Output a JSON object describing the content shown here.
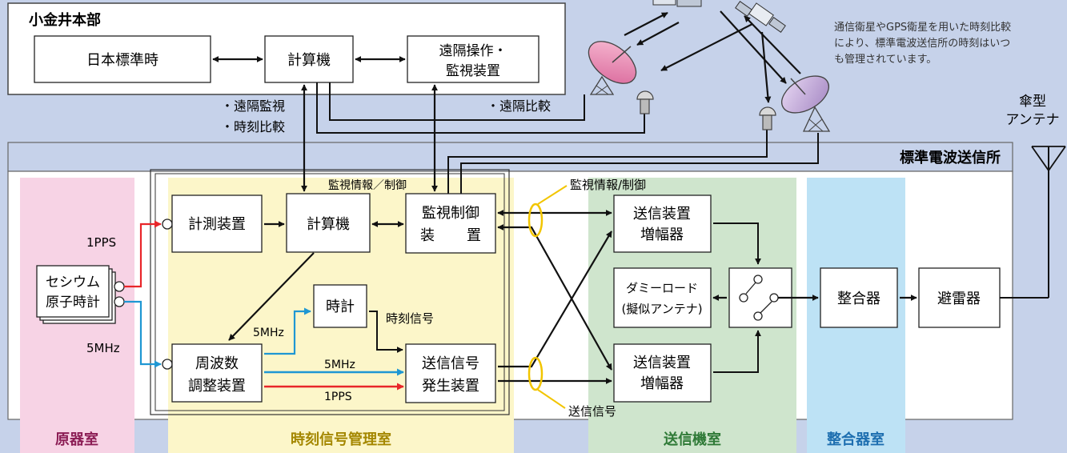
{
  "colors": {
    "background": "#c6d2ea",
    "room_gen": "#f7d3e5",
    "room_time": "#fcf6c9",
    "room_trans": "#cfe5cd",
    "room_match": "#bde2f5",
    "label_gen": "#8c1d55",
    "label_time": "#a48700",
    "label_trans": "#2f7a37",
    "label_match": "#1e6fb0",
    "signal_1pps": "#e8262a",
    "signal_5mhz": "#1f97d3",
    "ring": "#f2c500"
  },
  "hq": {
    "title": "小金井本部",
    "jst": "日本標準時",
    "computer": "計算機",
    "remote_line1": "遠隔操作・",
    "remote_line2": "監視装置"
  },
  "hq_links": {
    "left_line1": "・遠隔監視",
    "left_line2": "・時刻比較",
    "right": "・遠隔比較"
  },
  "satellite_note": {
    "line1": "通信衛星やGPS衛星を用いた時刻比較",
    "line2": "により、標準電波送信所の時刻はいつ",
    "line3": "も管理されています。"
  },
  "antenna": {
    "line1": "傘型",
    "line2": "アンテナ"
  },
  "station": {
    "title": "標準電波送信所",
    "monitor_info": "監視情報／制御",
    "monitor_info_ring": "監視情報/制御",
    "tx_signal": "送信信号",
    "label_1pps_left": "1PPS",
    "label_5mhz_left": "5MHz",
    "label_5mhz_clock": "5MHz",
    "label_5mhz_gen": "5MHz",
    "label_1pps_gen": "1PPS",
    "time_signal": "時刻信号"
  },
  "devices": {
    "cesium_line1": "セシウム",
    "cesium_line2": "原子時計",
    "measurement": "計測装置",
    "computer": "計算機",
    "mon_line1": "監視制御",
    "mon_line2a": "装",
    "mon_line2b": "置",
    "clock": "時計",
    "freq_line1": "周波数",
    "freq_line2": "調整装置",
    "siggen_line1": "送信信号",
    "siggen_line2": "発生装置",
    "tx1_line1": "送信装置",
    "tx1_line2": "増幅器",
    "tx2_line1": "送信装置",
    "tx2_line2": "増幅器",
    "dummy_line1": "ダミーロード",
    "dummy_line2": "(擬似アンテナ)",
    "matcher": "整合器",
    "arrester": "避雷器"
  },
  "rooms": {
    "gen": "原器室",
    "time": "時刻信号管理室",
    "trans": "送信機室",
    "match": "整合器室"
  }
}
